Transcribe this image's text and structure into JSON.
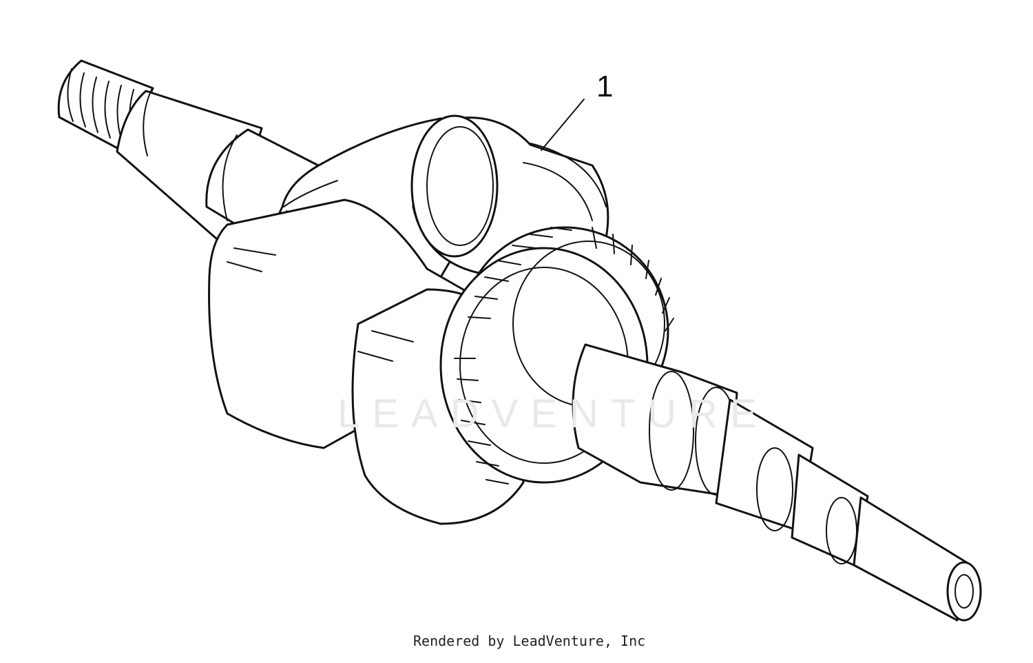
{
  "diagram": {
    "subject": "crankshaft exploded-view part illustration",
    "callouts": [
      {
        "number": "1",
        "part": "crankshaft"
      }
    ],
    "watermark": "LEADVENTURE",
    "credit": "Rendered by LeadVenture, Inc"
  },
  "colors": {
    "line": "#111111",
    "background": "#ffffff",
    "watermark": "#e9e9e9"
  }
}
